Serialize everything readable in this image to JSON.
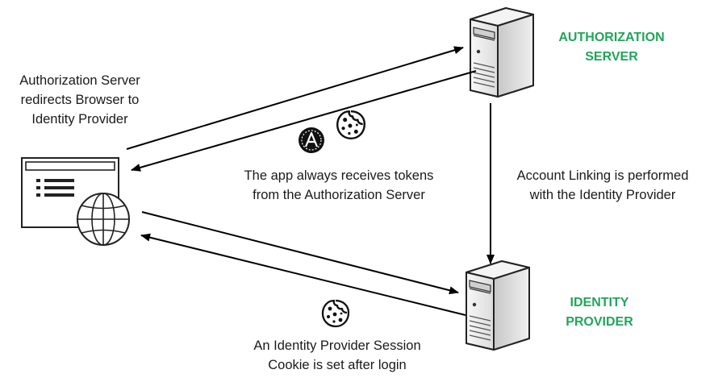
{
  "labels": {
    "auth_server": "AUTHORIZATION\nSERVER",
    "identity_provider": "IDENTITY\nPROVIDER",
    "redirect_note": "Authorization Server\nredirects Browser to\nIdentity Provider",
    "tokens_note": "The app always receives tokens\nfrom the Authorization Server",
    "linking_note": "Account Linking is performed\nwith the Identity Provider",
    "session_note": "An Identity Provider Session\nCookie is set after login"
  },
  "colors": {
    "server_title": "#22a55a",
    "arrow": "#000000",
    "server_body": "#e9e9e9"
  },
  "icons": {
    "browser": "browser-window-icon",
    "globe": "globe-icon",
    "server_top": "server-icon",
    "server_bottom": "server-icon",
    "token": "token-a-icon",
    "cookie": "cookie-icon"
  }
}
